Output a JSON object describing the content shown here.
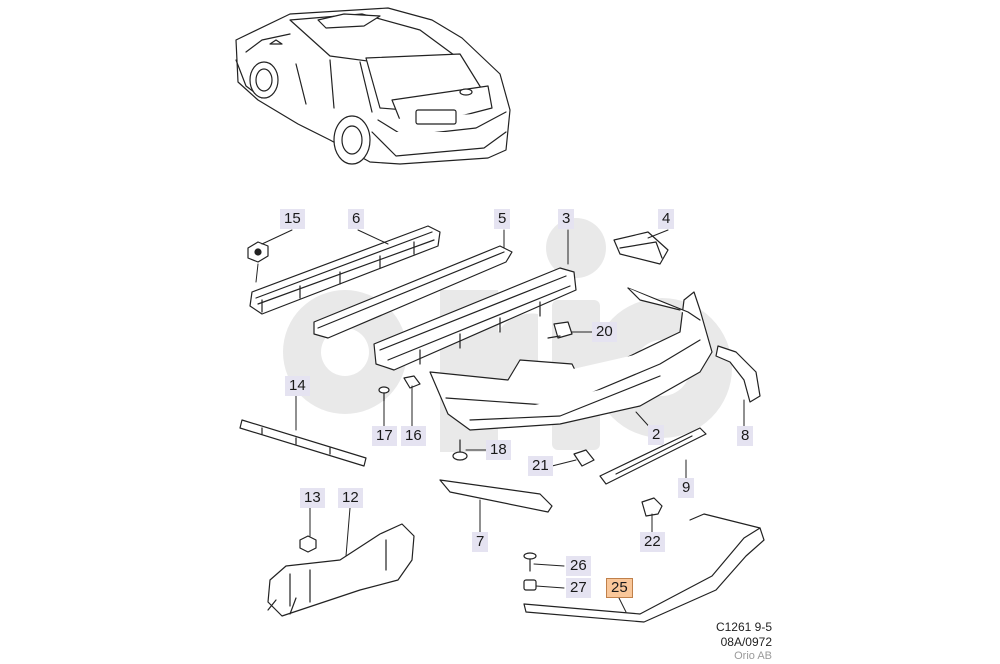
{
  "callouts": [
    {
      "label": "15",
      "highlight": false
    },
    {
      "label": "6",
      "highlight": false
    },
    {
      "label": "5",
      "highlight": false
    },
    {
      "label": "3",
      "highlight": false
    },
    {
      "label": "4",
      "highlight": false
    },
    {
      "label": "20",
      "highlight": false
    },
    {
      "label": "14",
      "highlight": false
    },
    {
      "label": "17",
      "highlight": false
    },
    {
      "label": "16",
      "highlight": false
    },
    {
      "label": "18",
      "highlight": false
    },
    {
      "label": "2",
      "highlight": false
    },
    {
      "label": "8",
      "highlight": false
    },
    {
      "label": "21",
      "highlight": false
    },
    {
      "label": "9",
      "highlight": false
    },
    {
      "label": "13",
      "highlight": false
    },
    {
      "label": "12",
      "highlight": false
    },
    {
      "label": "7",
      "highlight": false
    },
    {
      "label": "22",
      "highlight": false
    },
    {
      "label": "26",
      "highlight": false
    },
    {
      "label": "27",
      "highlight": false
    },
    {
      "label": "25",
      "highlight": true
    }
  ],
  "footer": {
    "code": "C1261 9-5",
    "ref": "08A/0972",
    "brand": "Orio AB"
  },
  "colors": {
    "callout_bg": "#e5e3f1",
    "highlight_bg": "#f9c79a",
    "watermark": "#e9e9e9",
    "line": "#222222"
  }
}
